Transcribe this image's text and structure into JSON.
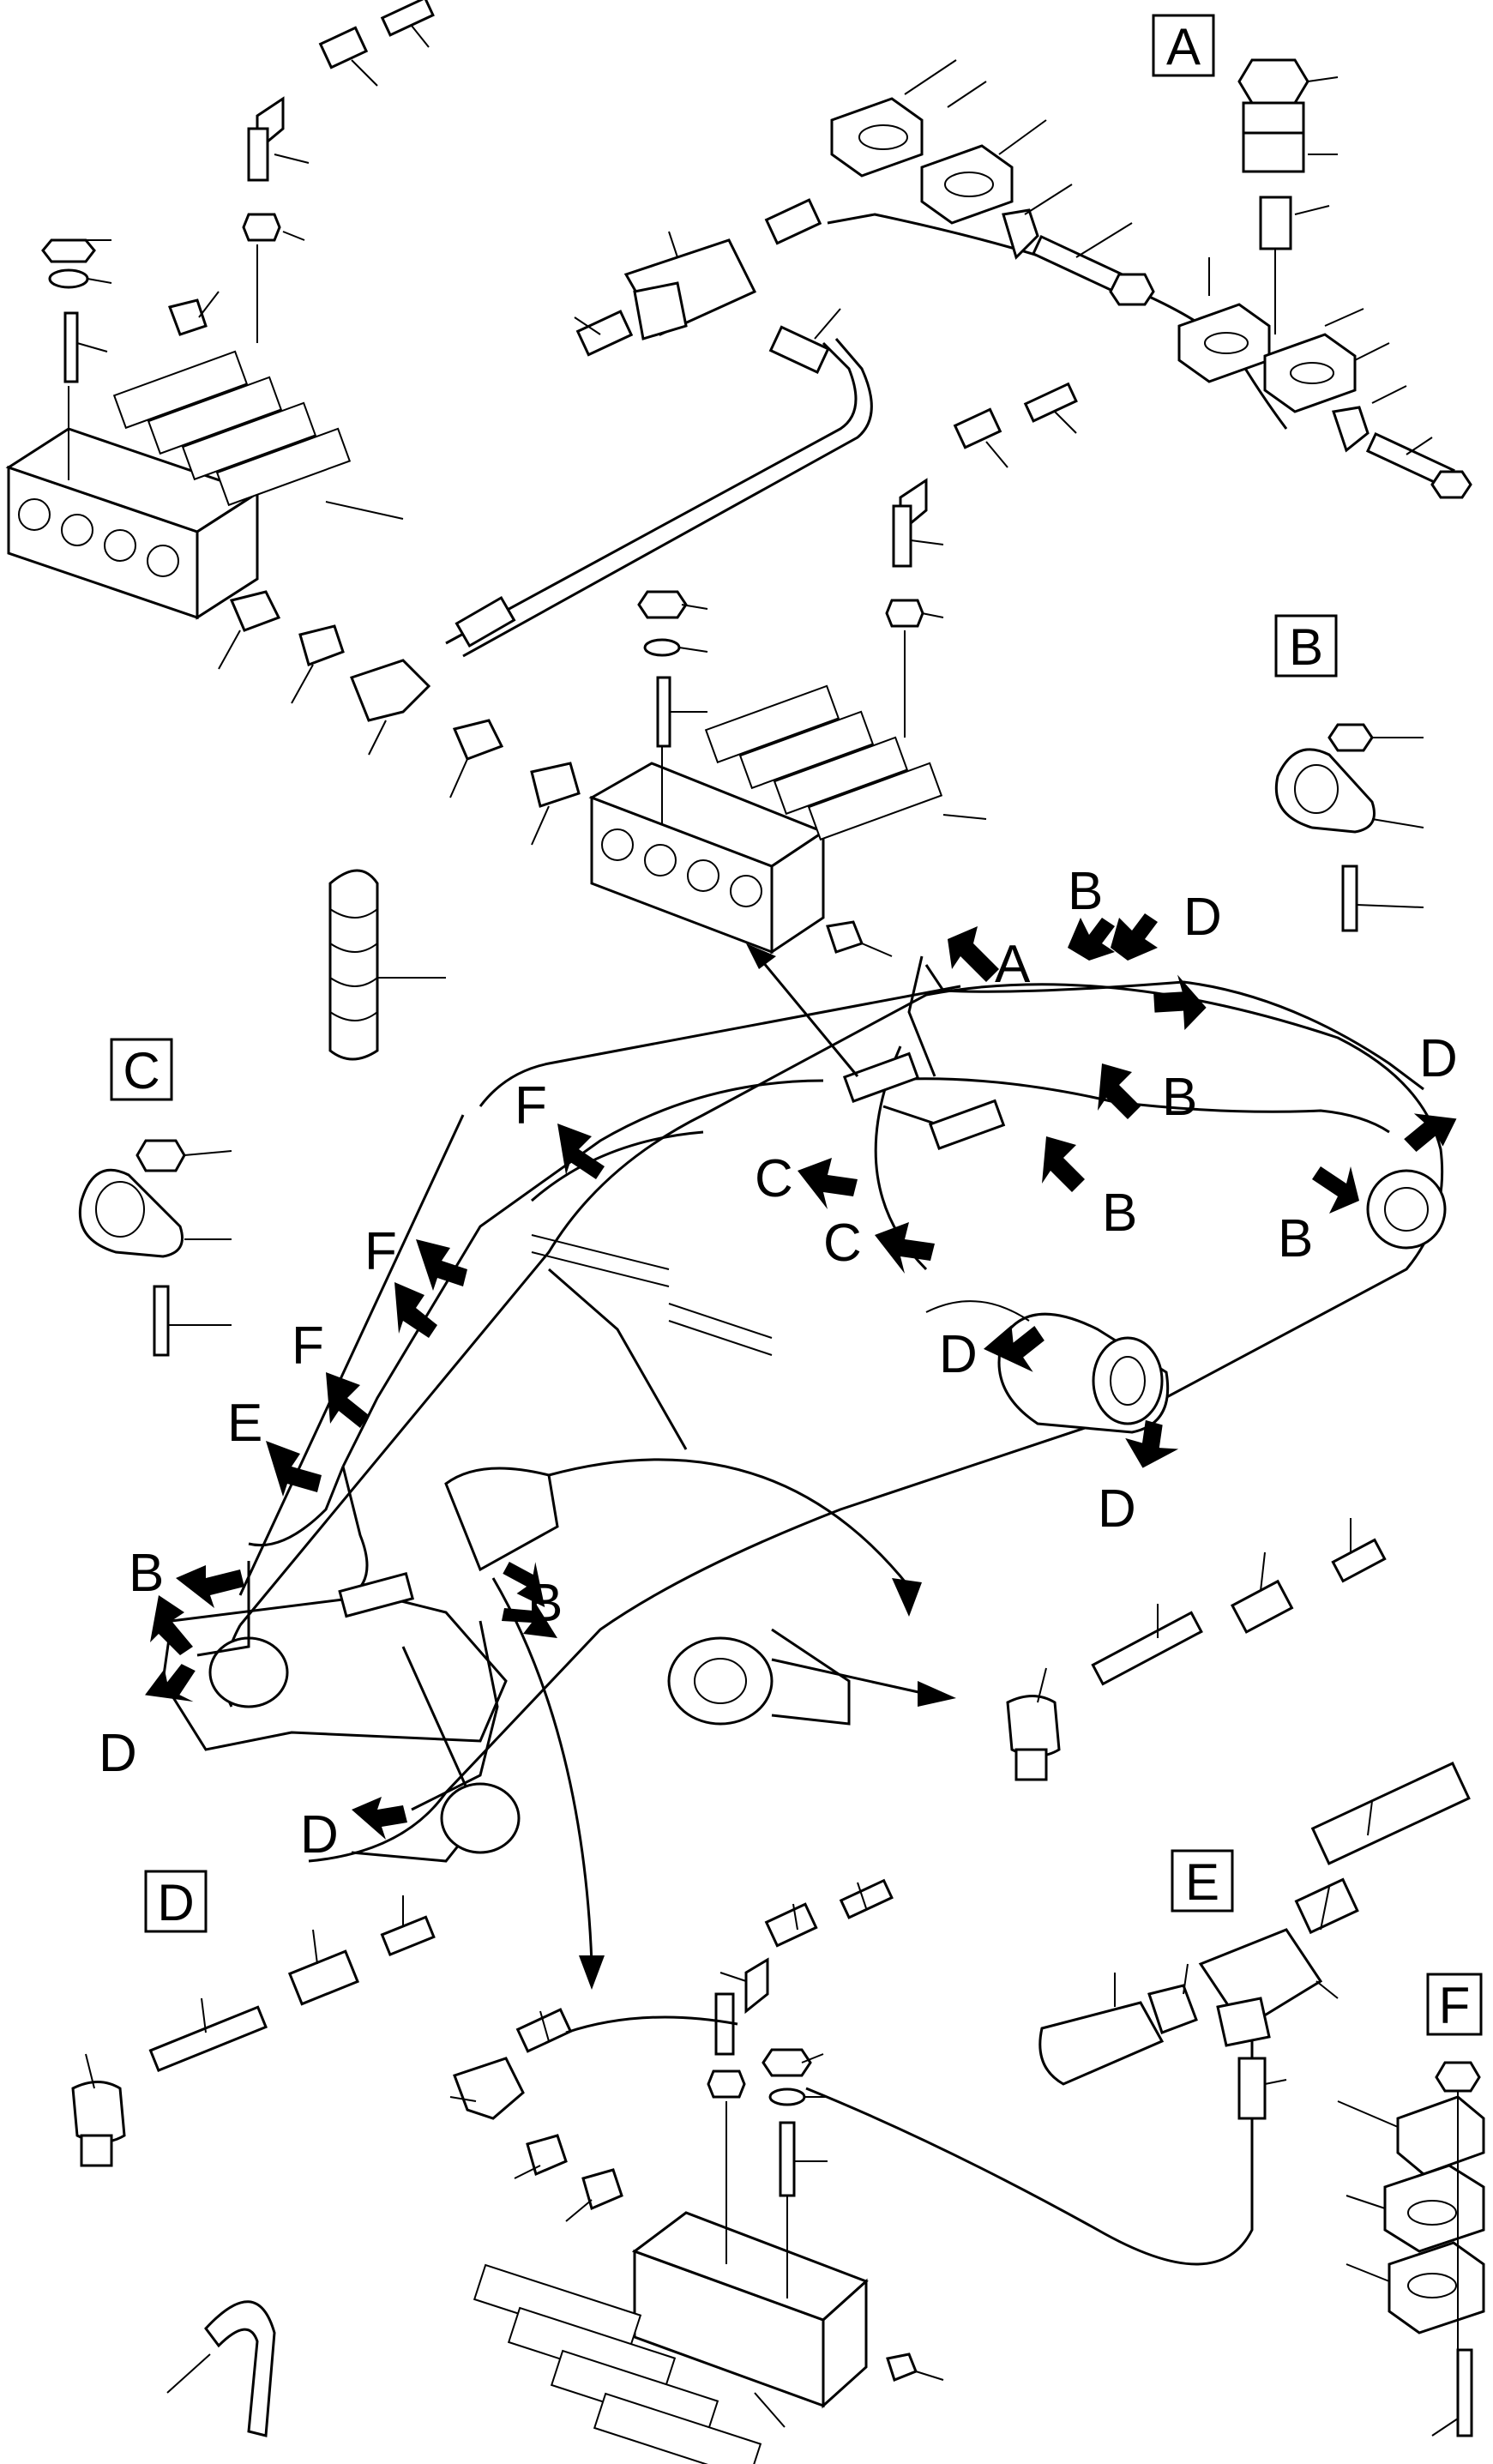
{
  "detail_labels": {
    "A": "A",
    "B": "B",
    "C": "C",
    "D": "D",
    "E": "E",
    "F": "F"
  },
  "arrow_labels": {
    "a1": "A",
    "b1": "B",
    "b2": "B",
    "b3": "B",
    "b4": "B",
    "b5": "B",
    "b6": "B",
    "c1": "C",
    "c2": "C",
    "d1": "D",
    "d2": "D",
    "d3": "D",
    "d4": "D",
    "d5": "D",
    "d6": "D",
    "e1": "E",
    "f1": "F",
    "f2": "F",
    "f3": "F"
  }
}
